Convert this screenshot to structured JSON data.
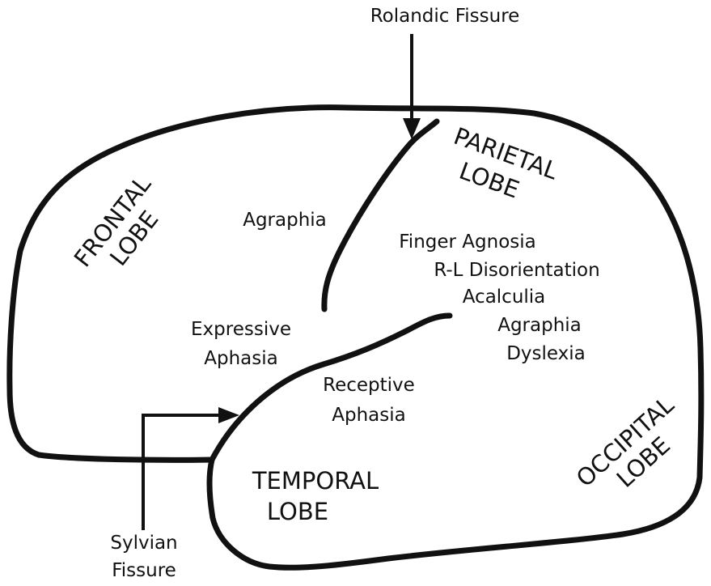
{
  "callouts": {
    "rolandic_fissure": "Rolandic Fissure",
    "sylvian_fissure_line1": "Sylvian",
    "sylvian_fissure_line2": "Fissure"
  },
  "lobes": {
    "frontal_line1": "FRONTAL",
    "frontal_line2": "LOBE",
    "parietal_line1": "PARIETAL",
    "parietal_line2": "LOBE",
    "temporal_line1": "TEMPORAL",
    "temporal_line2": "LOBE",
    "occipital_line1": "OCCIPITAL",
    "occipital_line2": "LOBE"
  },
  "functions": {
    "frontal_agraphia": "Agraphia",
    "expressive_line1": "Expressive",
    "expressive_line2": "Aphasia",
    "receptive_line1": "Receptive",
    "receptive_line2": "Aphasia",
    "parietal_list": [
      "Finger Agnosia",
      "R-L Disorientation",
      "Acalculia",
      "Agraphia",
      "Dyslexia"
    ]
  },
  "colors": {
    "ink": "#111111",
    "background": "#ffffff"
  }
}
